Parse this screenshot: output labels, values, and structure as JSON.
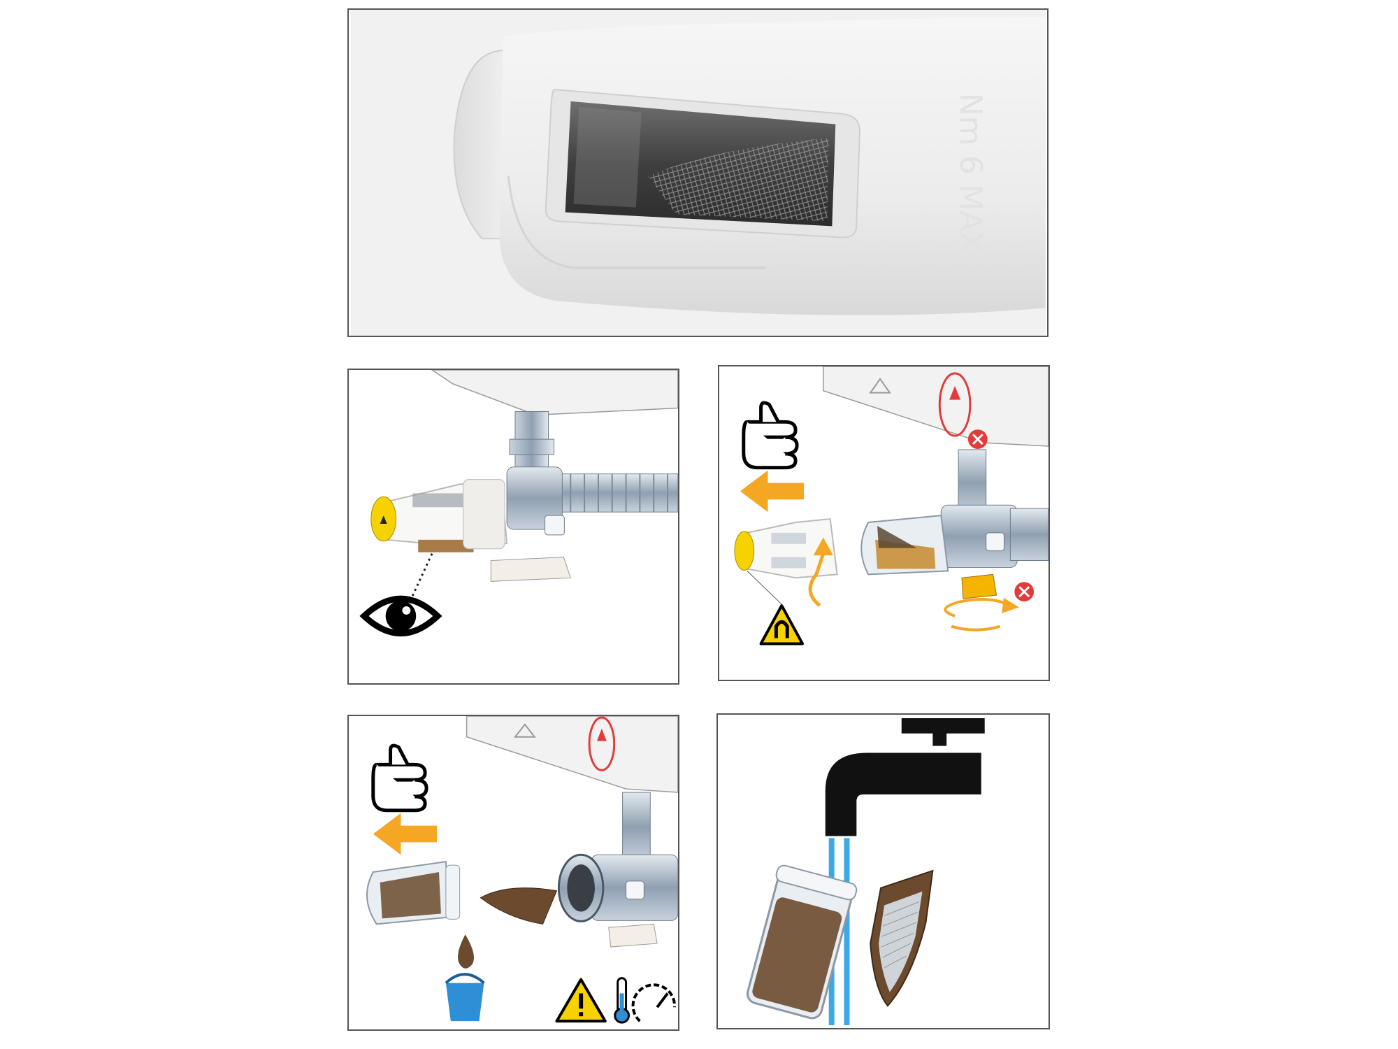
{
  "figure": {
    "panels": [
      {
        "id": "filter-window-closeup",
        "embossed_text": "Nm 6 MAX"
      },
      {
        "id": "inspect-step"
      },
      {
        "id": "remove-step"
      },
      {
        "id": "empty-step"
      },
      {
        "id": "rinse-step"
      }
    ]
  },
  "colors": {
    "accent_orange": "#f5a623",
    "warning_yellow": "#f6d200",
    "stop_red": "#e23b3b",
    "bucket_blue": "#2e8fd6",
    "water_blue": "#3aa9e6",
    "debris_brown": "#6b4a2e",
    "chrome": "#a9b6c4"
  },
  "icons": [
    "eye-icon",
    "hand-icon",
    "left-arrow-icon",
    "rotate-arrow-icon",
    "magnet-warning-icon",
    "close-x-icon",
    "water-drop-icon",
    "bucket-icon",
    "warning-icon",
    "thermometer-icon",
    "pressure-gauge-icon",
    "faucet-icon"
  ]
}
